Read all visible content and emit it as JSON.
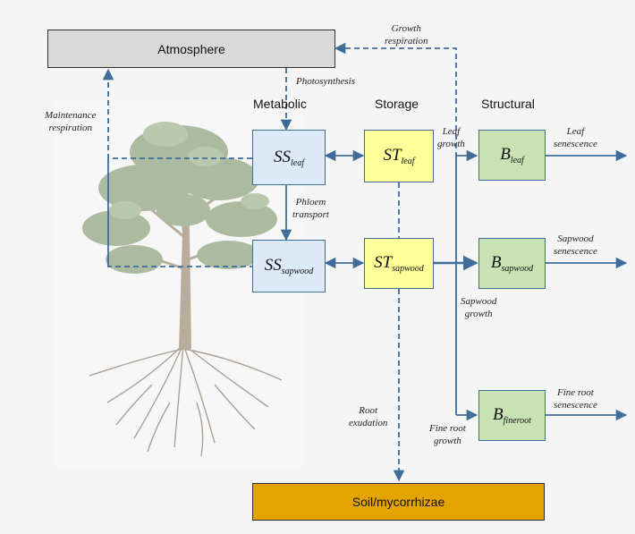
{
  "headers": {
    "metabolic": "Metabolic",
    "storage": "Storage",
    "structural": "Structural"
  },
  "boxes": {
    "atmosphere": "Atmosphere",
    "soil": "Soil/mycorrhizae",
    "ss_leaf": {
      "main": "SS",
      "sub": "leaf"
    },
    "ss_sapwood": {
      "main": "SS",
      "sub": "sapwood"
    },
    "st_leaf": {
      "main": "ST",
      "sub": "leaf"
    },
    "st_sapwood": {
      "main": "ST",
      "sub": "sapwood"
    },
    "b_leaf": {
      "main": "B",
      "sub": "leaf"
    },
    "b_sapwood": {
      "main": "B",
      "sub": "sapwood"
    },
    "b_fineroot": {
      "main": "B",
      "sub": "fineroot"
    }
  },
  "labels": {
    "growth_resp_1": "Growth",
    "growth_resp_2": "respiration",
    "photosynthesis": "Photosynthesis",
    "maint_resp_1": "Maintenance",
    "maint_resp_2": "respiration",
    "phloem_1": "Phloem",
    "phloem_2": "transport",
    "leaf_growth_1": "Leaf",
    "leaf_growth_2": "growth",
    "leaf_sen_1": "Leaf",
    "leaf_sen_2": "senescence",
    "sap_sen_1": "Sapwood",
    "sap_sen_2": "senescence",
    "sap_growth_1": "Sapwood",
    "sap_growth_2": "growth",
    "fine_sen_1": "Fine root",
    "fine_sen_2": "senescence",
    "root_ex_1": "Root",
    "root_ex_2": "exudation",
    "fine_growth_1": "Fine root",
    "fine_growth_2": "growth"
  },
  "colors": {
    "arrow": "#3f6d9a",
    "metabolic_fill": "#dce9f7",
    "storage_fill": "#ffff99",
    "structural_fill": "#c8e2b4",
    "atmosphere_fill": "#d9d9d9",
    "soil_fill": "#e3a300"
  },
  "icons": {
    "tree": "pine-tree-with-roots-illustration"
  }
}
